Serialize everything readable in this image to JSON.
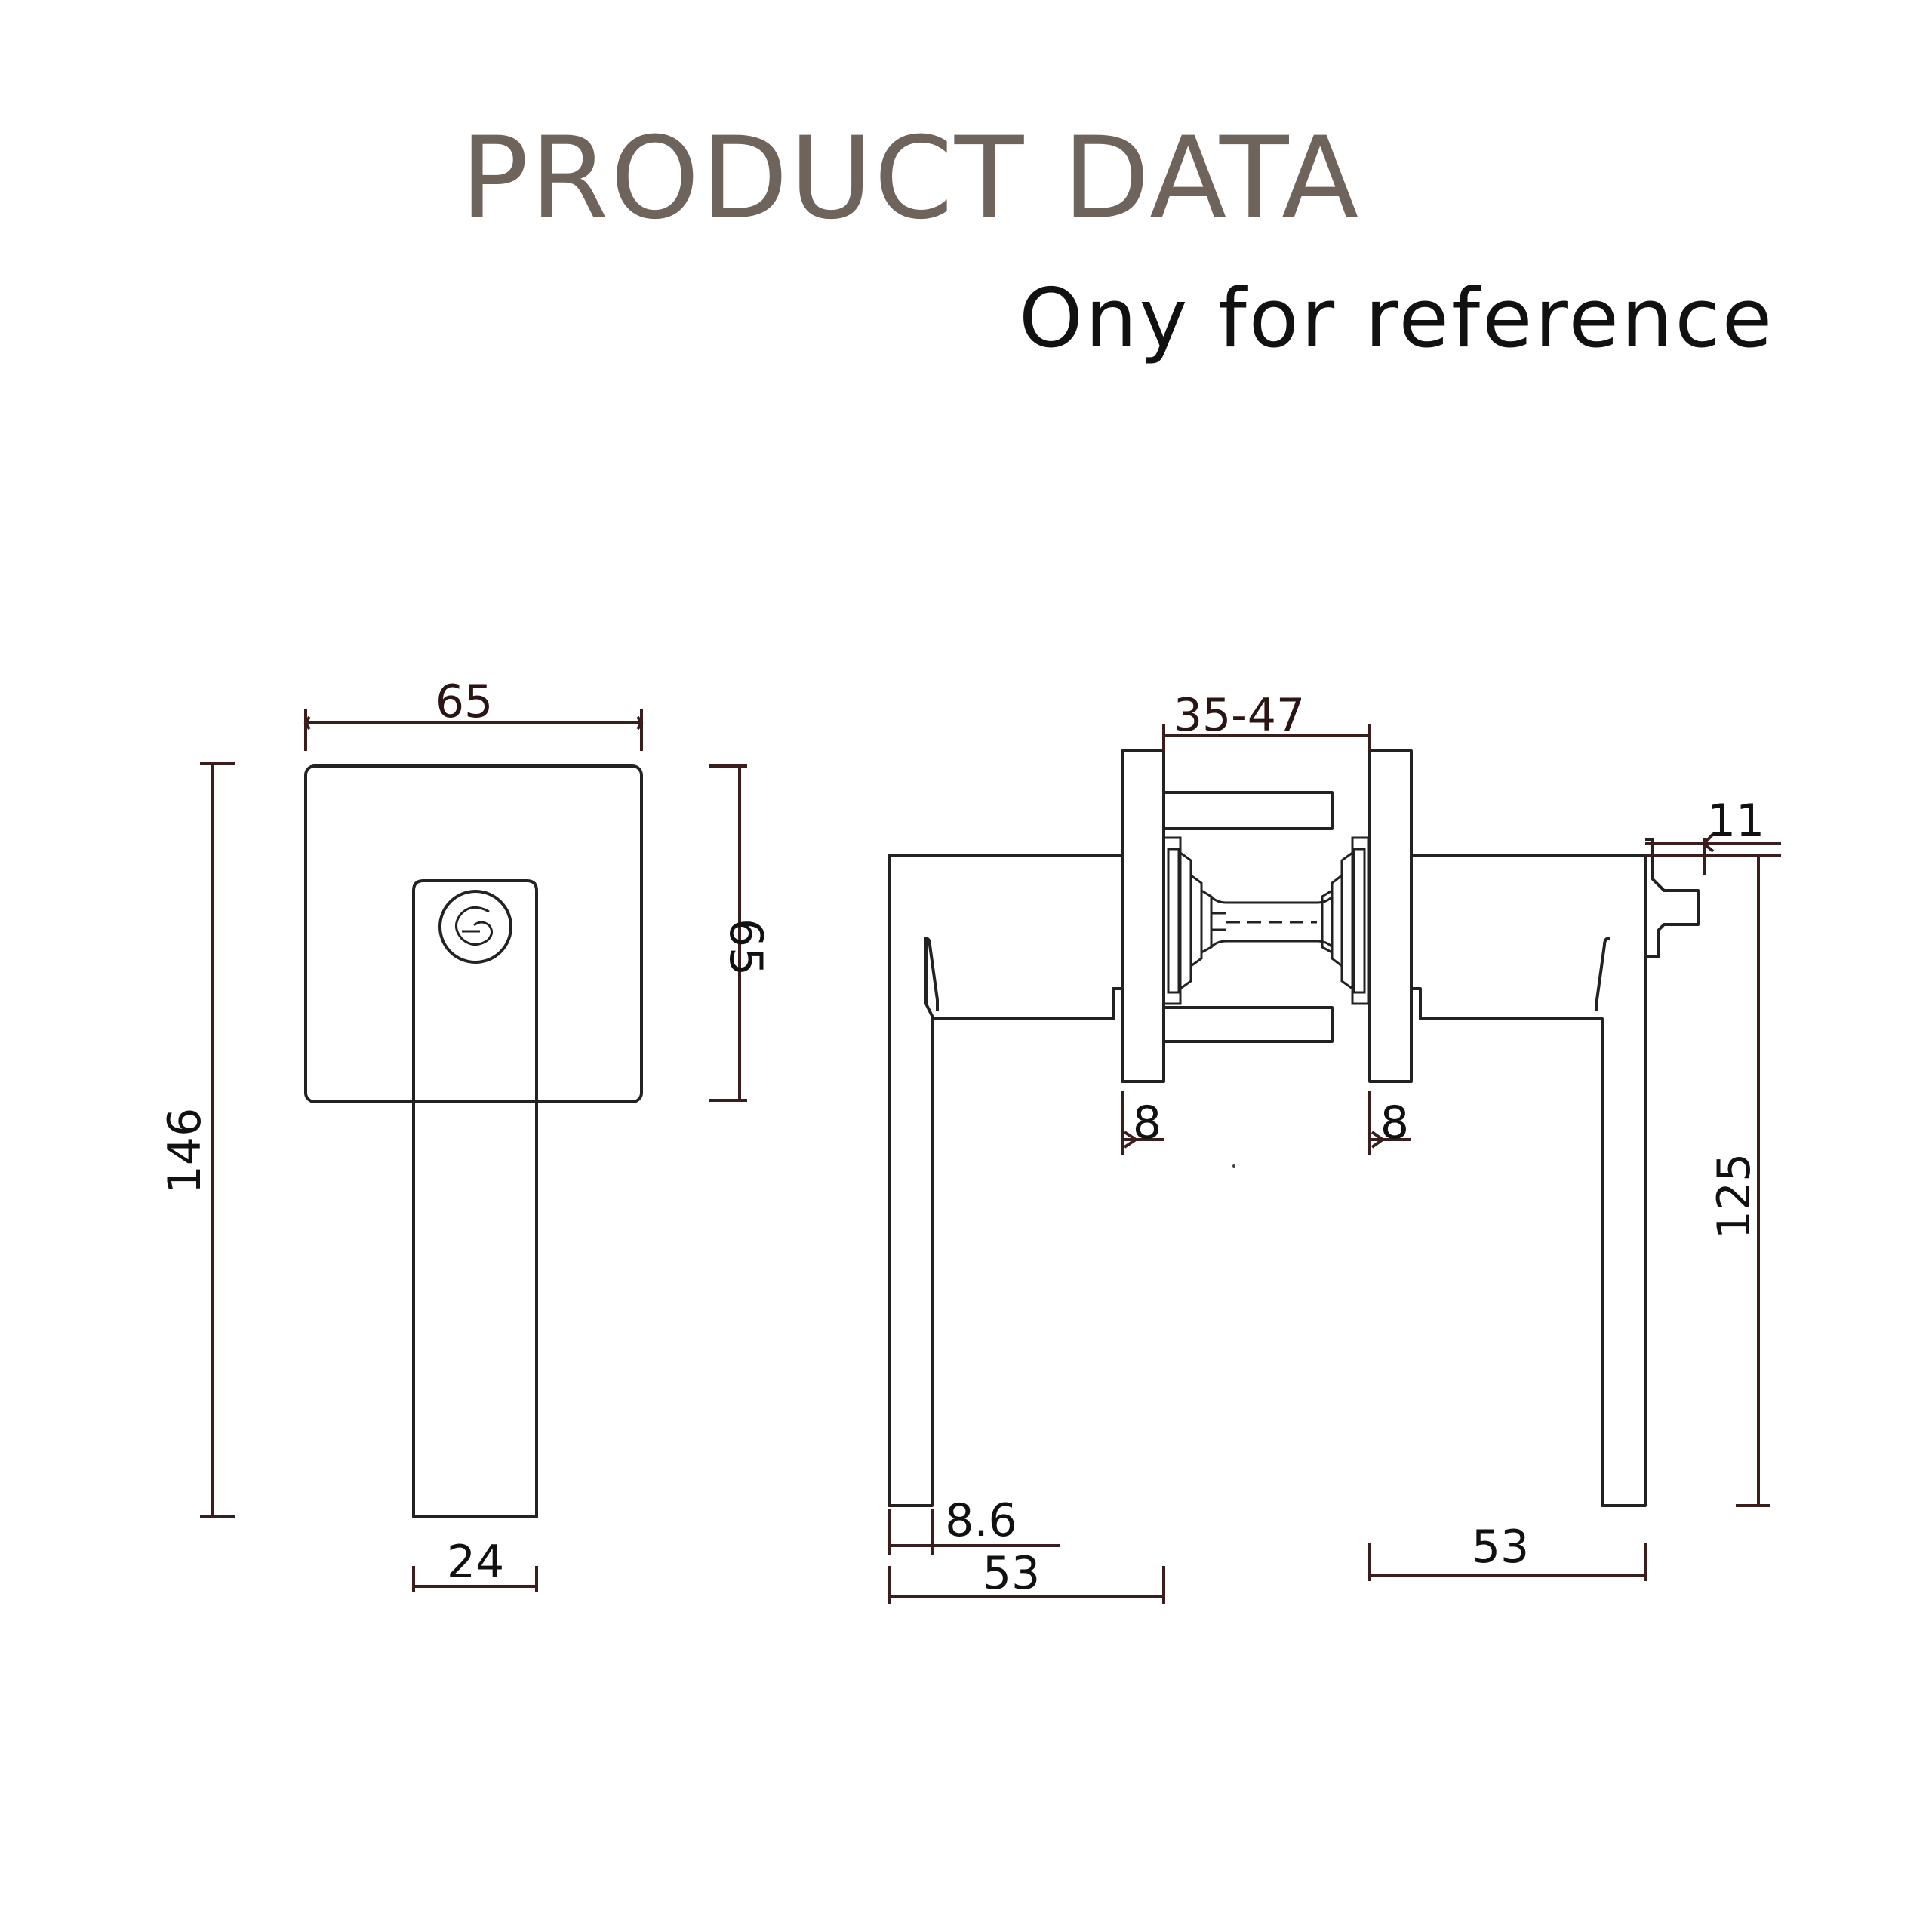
{
  "header": {
    "title": "PRODUCT DATA",
    "subtitle": "Ony for reference"
  },
  "front_view": {
    "rose_width": "65",
    "rose_height": "65",
    "lever_total_height": "146",
    "lever_width": "24"
  },
  "side_view": {
    "door_thickness": "35-47",
    "rose_thickness_left": "8",
    "rose_thickness_right": "8",
    "lever_thickness": "11",
    "lever_drop": "125",
    "lever_tip": "8.6",
    "lever_projection_left": "53",
    "lever_projection_right": "53"
  },
  "colors": {
    "title": "#6e645c",
    "line": "#222222",
    "dimension": "#3a1e1e"
  }
}
